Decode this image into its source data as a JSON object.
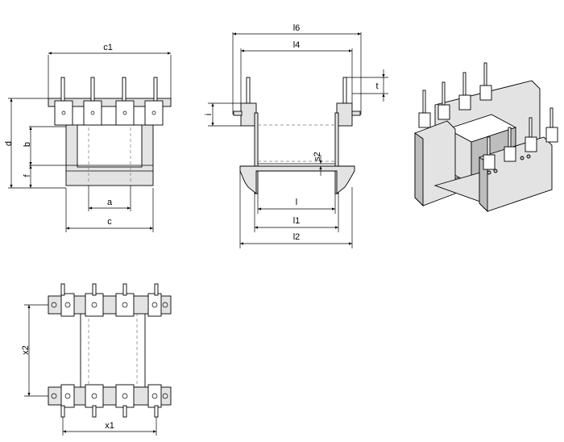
{
  "dimensions": {
    "c1": "c1",
    "d": "d",
    "b": "b",
    "f": "f",
    "a": "a",
    "c": "c",
    "l6": "l6",
    "l4": "l4",
    "t": "t",
    "i": "i",
    "s2": "s2",
    "l": "l",
    "l1": "l1",
    "l2": "l2",
    "x2": "x2",
    "x1": "x1"
  }
}
